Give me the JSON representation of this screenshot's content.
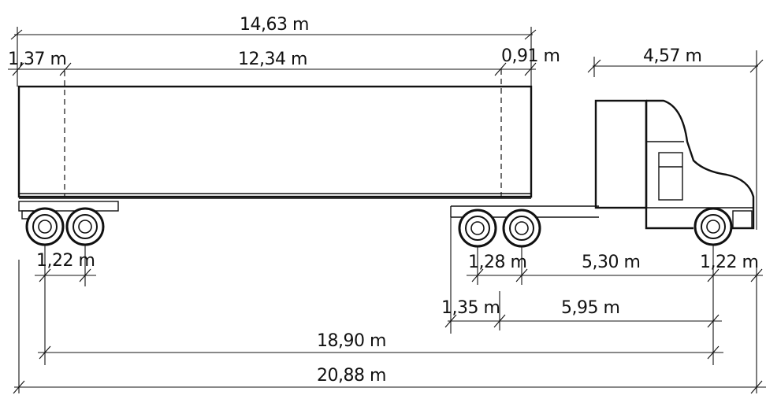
{
  "dimensions": {
    "overall_trailer_length": "14,63 m",
    "trailer_front_overhang": "1,37 m",
    "trailer_kingpin_to_axles": "12,34 m",
    "trailer_rear_overhang": "0,91 m",
    "tractor_length": "4,57 m",
    "trailer_axle_spread": "1,22 m",
    "tractor_tandem_spread": "1,28 m",
    "tractor_wheelbase_mid": "5,30 m",
    "tractor_front_overhang": "1,22 m",
    "kingpin_offset": "1,35 m",
    "kingpin_to_front_axle": "5,95 m",
    "axle_to_axle": "18,90 m",
    "overall_length": "20,88 m"
  }
}
